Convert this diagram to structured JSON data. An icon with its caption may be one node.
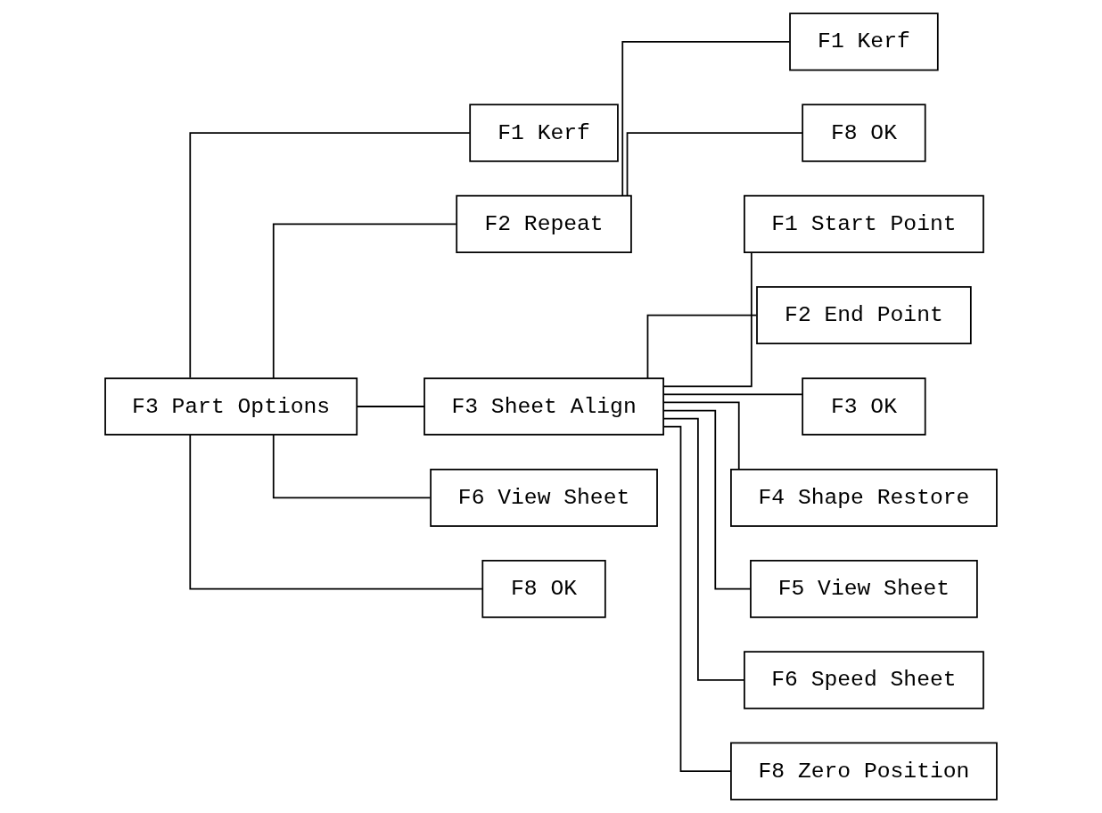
{
  "diagram": {
    "nodes": [
      {
        "text": [
          "F3 Part Options"
        ]
      },
      {
        "text": [
          "F1 Kerf"
        ]
      },
      {
        "text": [
          "F2 Repeat"
        ]
      },
      {
        "text": [
          "F1 Kerf"
        ]
      },
      {
        "text": [
          "F8 OK"
        ]
      },
      {
        "text": [
          "F3 Sheet Align"
        ]
      },
      {
        "text": [
          "F1 Start Point"
        ]
      },
      {
        "text": [
          "F2 End Point"
        ]
      },
      {
        "text": [
          "F3 OK"
        ]
      },
      {
        "text": [
          "F4 Shape Restore"
        ]
      },
      {
        "text": [
          "F5 View Sheet"
        ]
      },
      {
        "text": [
          "F6 Speed Sheet"
        ]
      },
      {
        "text": [
          "F8 Zero Position"
        ]
      },
      {
        "text": [
          "F6 View Sheet"
        ]
      },
      {
        "text": [
          "F8 OK"
        ]
      }
    ],
    "edges": [
      {
        "from": 0,
        "to": 1,
        "arrow": "none"
      },
      {
        "from": 0,
        "to": 2,
        "arrow": "none"
      },
      {
        "from": 2,
        "to": 3,
        "arrow": "none"
      },
      {
        "from": 2,
        "to": 4,
        "arrow": "none"
      },
      {
        "from": 0,
        "to": 5,
        "arrow": "none"
      },
      {
        "from": 5,
        "to": 6,
        "arrow": "none"
      },
      {
        "from": 5,
        "to": 7,
        "arrow": "none"
      },
      {
        "from": 5,
        "to": 8,
        "arrow": "none"
      },
      {
        "from": 5,
        "to": 9,
        "arrow": "none"
      },
      {
        "from": 5,
        "to": 10,
        "arrow": "none"
      },
      {
        "from": 5,
        "to": 11,
        "arrow": "none"
      },
      {
        "from": 5,
        "to": 12,
        "arrow": "none"
      },
      {
        "from": 0,
        "to": 13,
        "arrow": "none"
      },
      {
        "from": 0,
        "to": 14,
        "arrow": "none"
      }
    ]
  }
}
